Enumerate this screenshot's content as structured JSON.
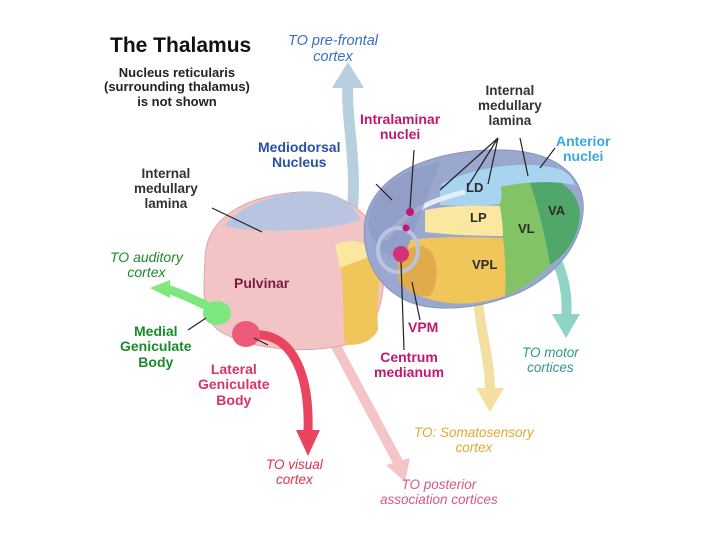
{
  "title": "The Thalamus",
  "note": "Nucleus reticularis\n(surrounding thalamus)\nis not shown",
  "labels": {
    "to_prefrontal": "TO pre-frontal\ncortex",
    "intralaminar": "Intralaminar\nnuclei",
    "internal_lamina_right": "Internal\nmedullary\nlamina",
    "mediodorsal": "Mediodorsal\nNucleus",
    "anterior": "Anterior\nnuclei",
    "internal_lamina_left": "Internal\nmedullary\nlamina",
    "to_auditory": "TO auditory\ncortex",
    "pulvinar": "Pulvinar",
    "medial_geniculate": "Medial\nGeniculate\nBody",
    "lateral_geniculate": "Lateral\nGeniculate\nBody",
    "vpm": "VPM",
    "centrum": "Centrum\nmedianum",
    "to_motor": "TO motor\ncortices",
    "to_somatosensory": "TO: Somatosensory\ncortex",
    "to_visual": "TO visual\ncortex",
    "to_posterior": "TO posterior\nassociation cortices"
  },
  "regions": {
    "ld": "LD",
    "lp": "LP",
    "va": "VA",
    "vl": "VL",
    "vpl": "VPL"
  },
  "colors": {
    "pulvinar": "#f2c4c6",
    "mediodorsal": "#9aa8cf",
    "anterior": "#a8d4ef",
    "va": "#4fa86a",
    "vl": "#82c366",
    "vpl": "#f0c65a",
    "lp": "#fbe8a0",
    "medial_geniculate": "#7ee87e",
    "lateral_geniculate": "#ee5a7a",
    "arrow_prefrontal": "#b8cfe0",
    "arrow_motor": "#8fd4c6",
    "arrow_somatosensory": "#f4dea0",
    "arrow_visual": "#ea4560",
    "arrow_posterior": "#f4c4c8",
    "arrow_auditory": "#7ee87e"
  }
}
